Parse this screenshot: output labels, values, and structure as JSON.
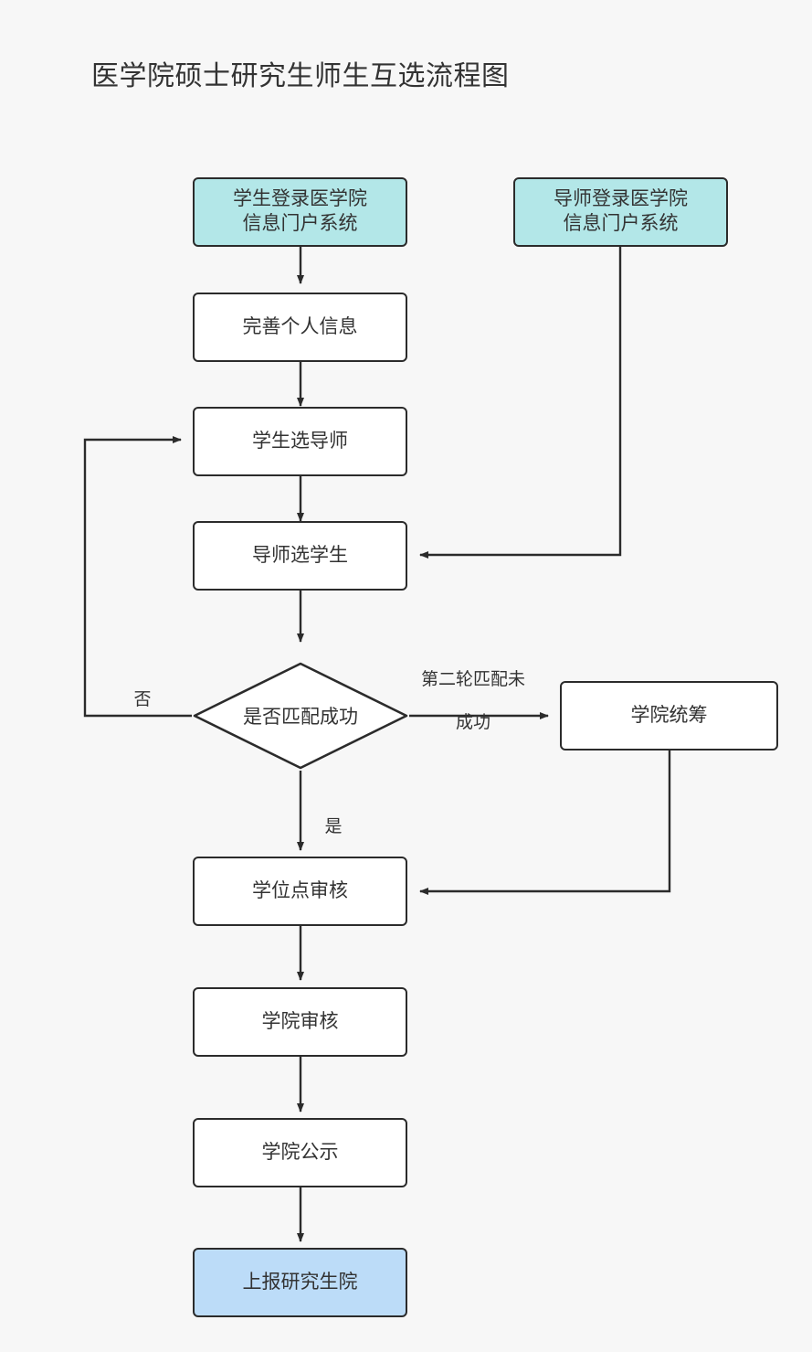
{
  "page": {
    "title": "医学院硕士研究生师生互选流程图",
    "background_color": "#f7f7f7",
    "text_color": "#333333",
    "line_color": "#2b2b2b"
  },
  "palette": {
    "start_fill": "#b3e7e8",
    "end_fill": "#bcdcf8",
    "node_fill": "#ffffff",
    "stroke": "#2b2b2b"
  },
  "nodes": {
    "student_login": "学生登录医学院\n信息门户系统",
    "student_login_line1": "学生登录医学院",
    "student_login_line2": "信息门户系统",
    "advisor_login_line1": "导师登录医学院",
    "advisor_login_line2": "信息门户系统",
    "complete_profile": "完善个人信息",
    "student_picks_advisor": "学生选导师",
    "advisor_picks_student": "导师选学生",
    "match_decision": "是否匹配成功",
    "college_coordination": "学院统筹",
    "degree_program_review": "学位点审核",
    "college_review": "学院审核",
    "college_publicity": "学院公示",
    "report_to_graduate_school": "上报研究生院"
  },
  "edge_labels": {
    "no": "否",
    "yes": "是",
    "second_round_failed_line1": "第二轮匹配未",
    "second_round_failed_line2": "成功"
  }
}
